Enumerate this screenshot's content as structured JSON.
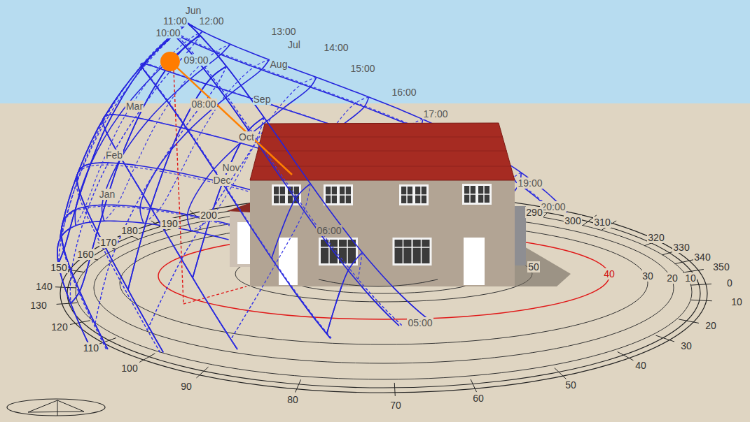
{
  "diagram": {
    "labels": [
      "Jun",
      "11:00",
      "12:00",
      "10:00",
      "13:00",
      "Jul",
      "14:00",
      "09:00",
      "Aug",
      "15:00",
      "Sep",
      "Mar",
      "08:00",
      "16:00",
      "17:00",
      "Oct",
      "Feb",
      "Nov",
      "Dec",
      "Jan",
      "19:00",
      "20:00",
      "06:00",
      "05:00",
      "200",
      "190",
      "180",
      "170",
      "160",
      "150",
      "140",
      "130",
      "120",
      "110",
      "100",
      "90",
      "80",
      "70",
      "60",
      "50",
      "40",
      "30",
      "20",
      "10",
      "0",
      "350",
      "340",
      "330",
      "320",
      "310",
      "300",
      "290",
      "50",
      "40",
      "30",
      "20",
      "10"
    ]
  }
}
